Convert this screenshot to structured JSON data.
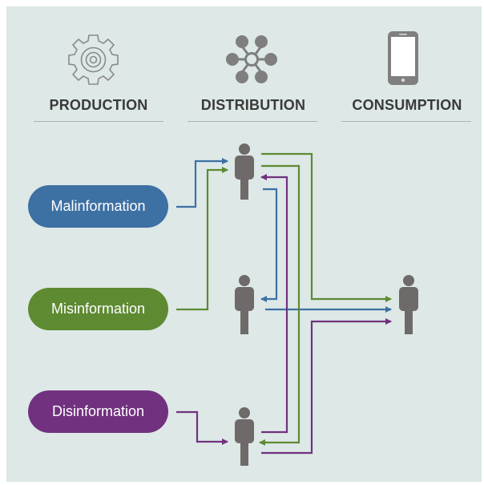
{
  "headers": {
    "production": "PRODUCTION",
    "distribution": "DISTRIBUTION",
    "consumption": "CONSUMPTION"
  },
  "icons": {
    "production": "gear-icon",
    "distribution": "network-hub-icon",
    "consumption": "smartphone-icon",
    "actor": "person-icon"
  },
  "sources": {
    "malinformation": "Malinformation",
    "misinformation": "Misinformation",
    "disinformation": "Disinformation"
  },
  "colors": {
    "background": "#dde8e7",
    "malinformation": "#3d70a3",
    "misinformation": "#5e8a32",
    "disinformation": "#71317f",
    "icon": "#7f7f7f",
    "person": "#6f6a6a"
  }
}
